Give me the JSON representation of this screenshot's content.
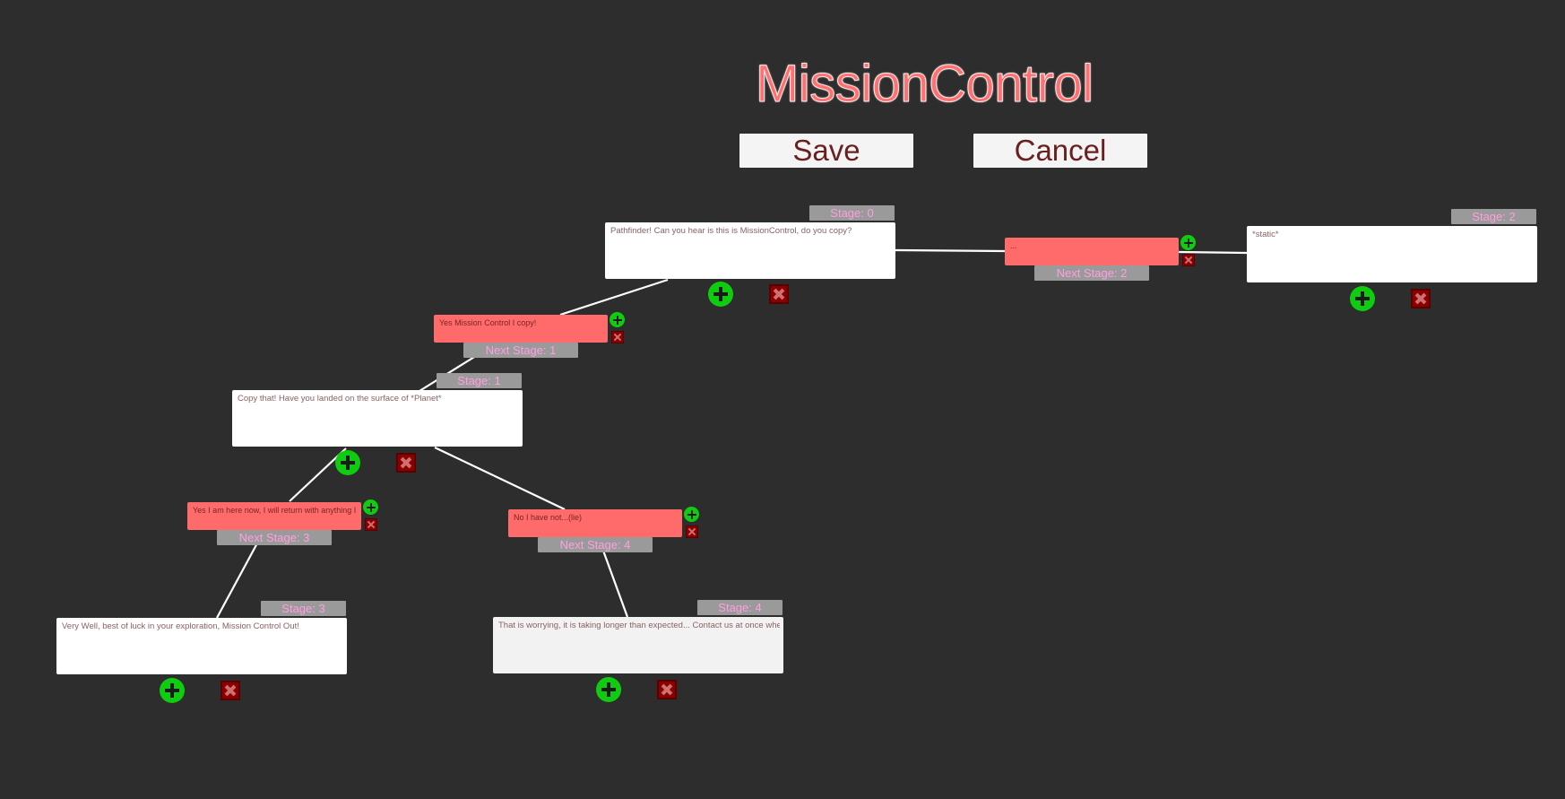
{
  "title": "MissionControl",
  "toolbar": {
    "save_label": "Save",
    "cancel_label": "Cancel"
  },
  "colors": {
    "background": "#2d2d2d",
    "title": "#ff7070",
    "response": "#ff6b6b",
    "tag_bg": "#9a9a9a",
    "tag_text": "#ff9fe0",
    "add": "#10cc10",
    "delete": "#8a0000"
  },
  "stages": [
    {
      "tag": "Stage: 0",
      "text": "Pathfinder! Can you hear is this is MissionControl, do you copy?"
    },
    {
      "tag": "Stage: 1",
      "text": "Copy that! Have you landed on the surface of *Planet*"
    },
    {
      "tag": "Stage: 2",
      "text": "*static*"
    },
    {
      "tag": "Stage: 3",
      "text": "Very Well, best of luck in your exploration, Mission Control Out!"
    },
    {
      "tag": "Stage: 4",
      "text": "That is worrying, it is taking longer than expected... Contact us at once whenever"
    }
  ],
  "responses": [
    {
      "text": "Yes Mission Control I copy!",
      "next": "Next Stage: 1"
    },
    {
      "text": "...",
      "next": "Next Stage: 2"
    },
    {
      "text": "Yes I am here now, I will return with anything I",
      "next": "Next Stage: 3"
    },
    {
      "text": "No I have not...(lie)",
      "next": "Next Stage: 4"
    }
  ]
}
